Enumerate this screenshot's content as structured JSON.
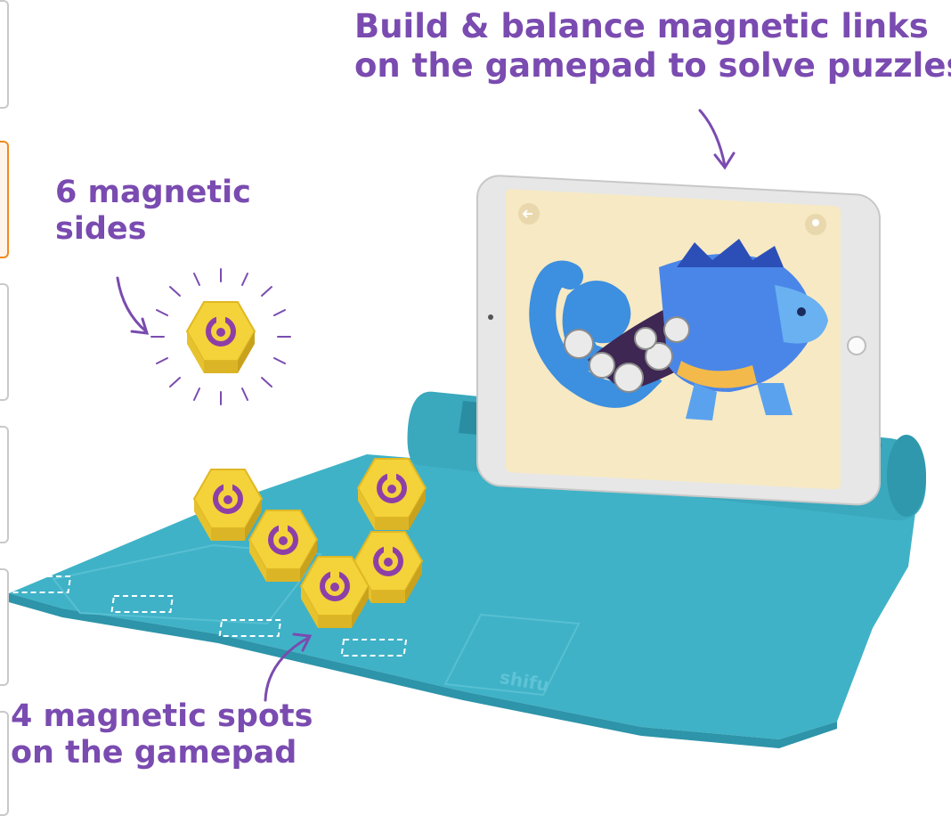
{
  "captions": {
    "top": [
      "Build & balance magnetic links",
      "on the gamepad to solve puzzles"
    ],
    "sides": [
      "6 magnetic",
      "sides"
    ],
    "spots": [
      "4 magnetic spots",
      "on the gamepad"
    ]
  },
  "mat_brand": "shifu",
  "colors": {
    "caption_purple": "#7a4bb0",
    "mat_teal": "#3fb2c7",
    "tile_yellow": "#f4d23a",
    "tablet_frame": "#ebebeb",
    "screen_bg": "#f7e9c3",
    "chameleon_blue": "#3d8fe0"
  },
  "icons": [
    "arrow-down-icon",
    "arrow-left-icon",
    "arrow-up-icon",
    "tile-logo-icon",
    "back-arrow-icon",
    "hint-bulb-icon",
    "gear-icon"
  ]
}
